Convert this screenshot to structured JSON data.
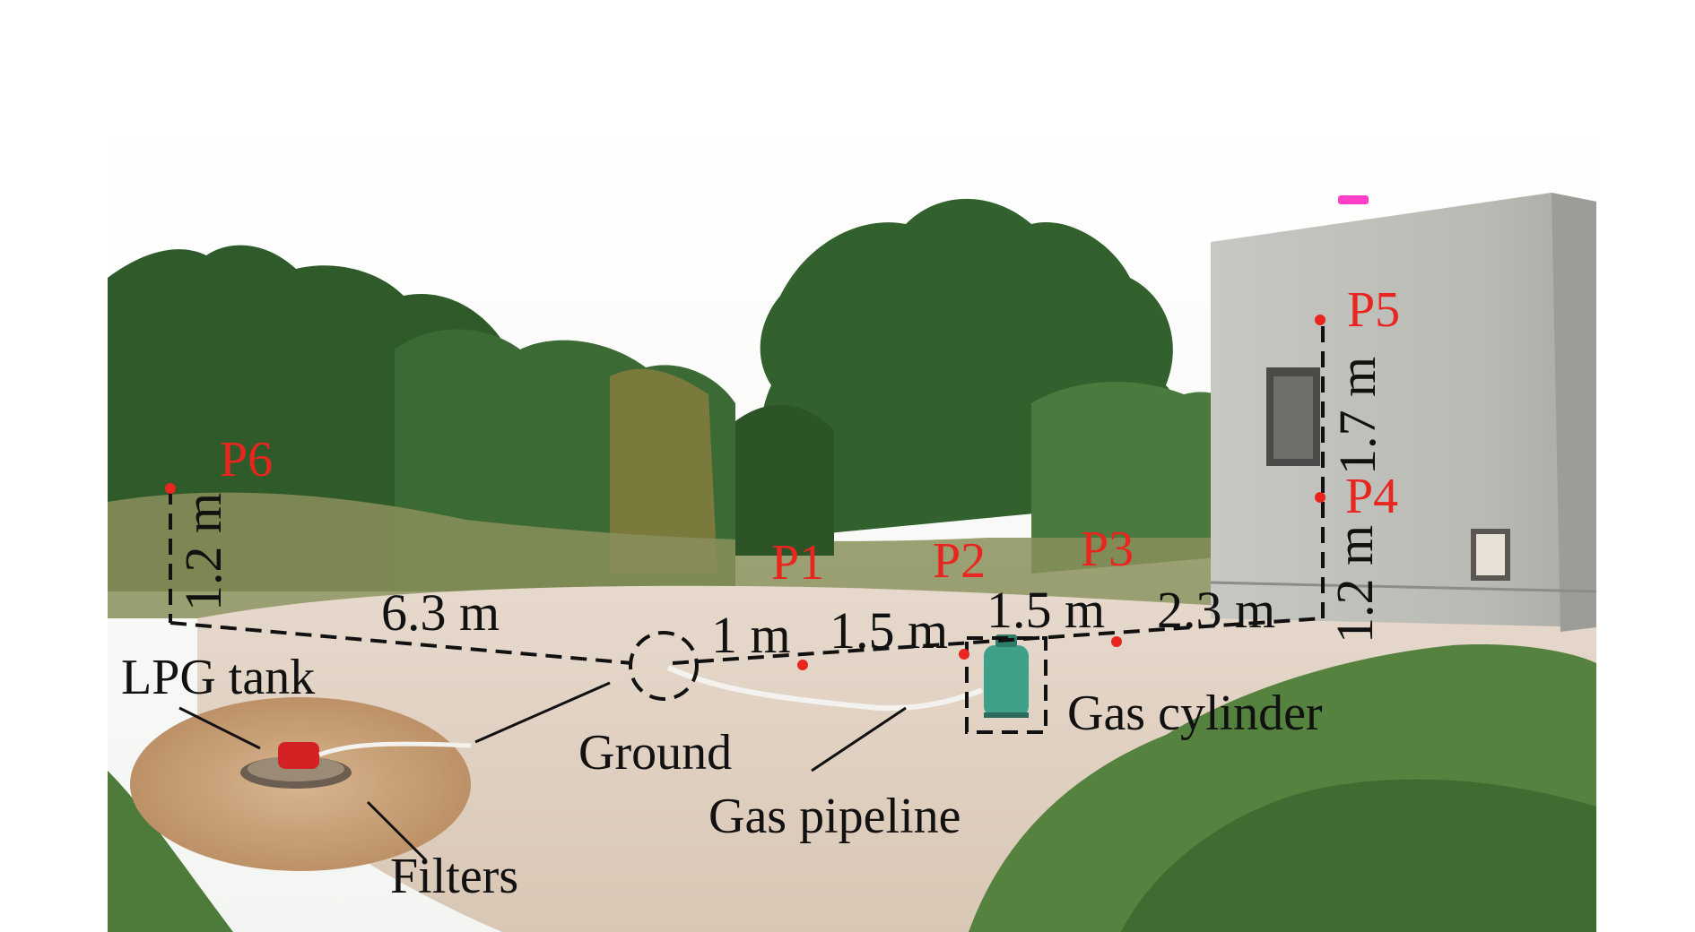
{
  "points": {
    "p1": "P1",
    "p2": "P2",
    "p3": "P3",
    "p4": "P4",
    "p5": "P5",
    "p6": "P6"
  },
  "distances": {
    "ground_to_p6_base": "6.3 m",
    "p6_height": "1.2 m",
    "ground_to_p1": "1 m",
    "p1_to_p2": "1.5 m",
    "p2_to_p3": "1.5 m",
    "p3_to_wall": "2.3 m",
    "wall_to_p4": "1.2 m",
    "p4_to_p5": "1.7 m"
  },
  "labels": {
    "lpg_tank": "LPG tank",
    "ground": "Ground",
    "filters": "Filters",
    "gas_pipeline": "Gas pipeline",
    "gas_cylinder": "Gas cylinder"
  },
  "colors": {
    "point_marker": "#e8261f",
    "point_label": "#e8261f",
    "measurement_line": "#111111"
  }
}
